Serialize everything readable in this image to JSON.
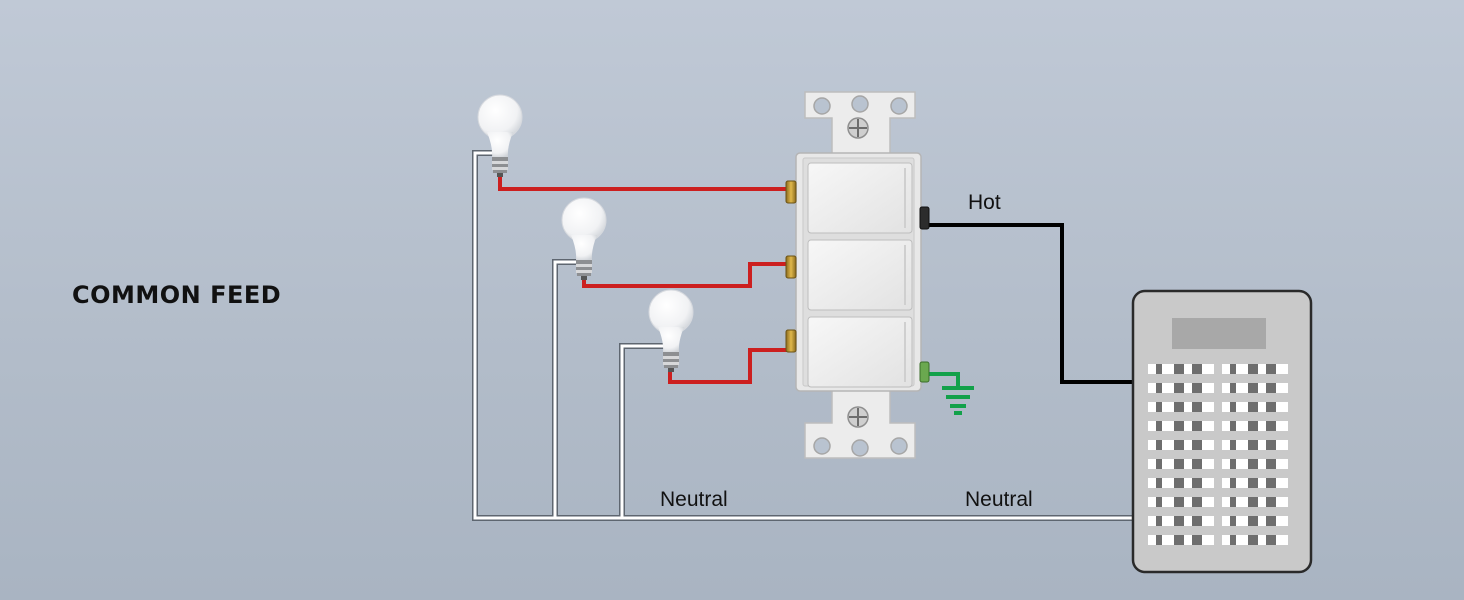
{
  "title": "COMMON FEED",
  "labels": {
    "hot": "Hot",
    "neutral_left": "Neutral",
    "neutral_right": "Neutral"
  },
  "colors": {
    "hot_wire": "#000000",
    "switched_wire": "#cc1f1f",
    "ground_wire": "#12a14a",
    "neutral_wire": "#ffffff",
    "background": "#b9c3d0",
    "panel_body": "#c9c9c9"
  },
  "icons": [
    "light-bulb-icon",
    "triple-switch-icon",
    "ground-symbol-icon",
    "breaker-panel-icon"
  ],
  "components": {
    "bulbs": 3,
    "switch_rockers": 3,
    "breaker_rows": 10
  }
}
